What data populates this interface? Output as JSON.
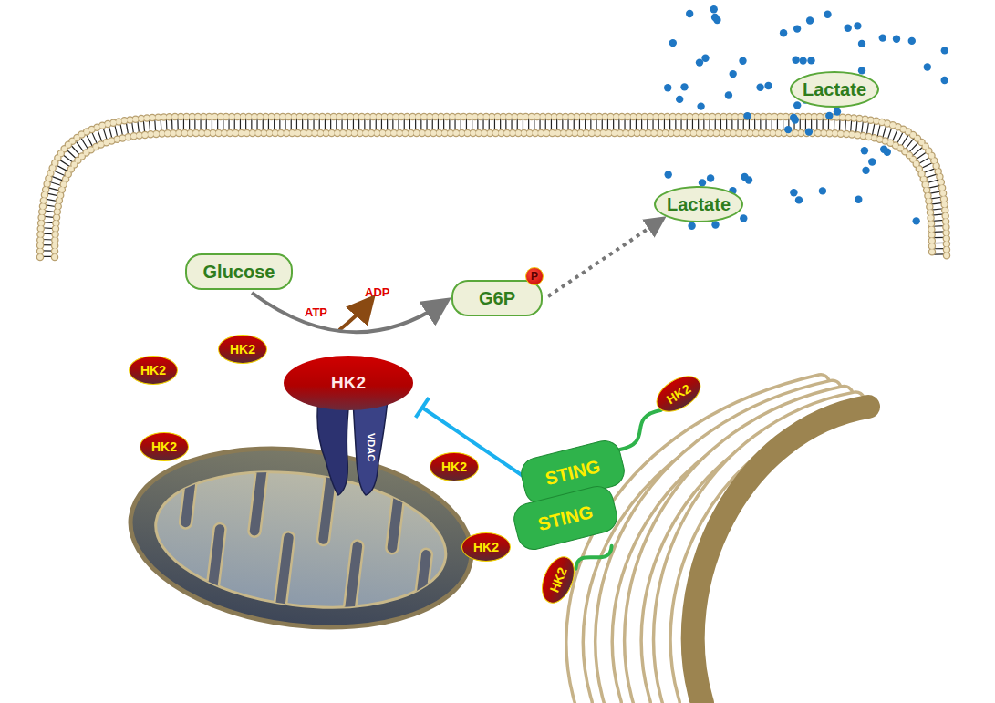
{
  "diagram": {
    "nodes": [
      {
        "text": [
          "Lactate"
        ]
      },
      {
        "text": [
          "Lactate"
        ]
      },
      {
        "text": [
          "Glucose"
        ]
      },
      {
        "text": [
          "G6P"
        ]
      },
      {
        "text": [
          "P"
        ]
      },
      {
        "text": [
          "HK2"
        ]
      },
      {
        "text": [
          "HK2"
        ]
      },
      {
        "text": [
          "HK2"
        ]
      },
      {
        "text": [
          "HK2"
        ]
      },
      {
        "text": [
          "VDAC"
        ]
      },
      {
        "text": [
          "HK2"
        ]
      },
      {
        "text": [
          "HK2"
        ]
      },
      {
        "text": [
          "STING"
        ]
      },
      {
        "text": [
          "STING"
        ]
      },
      {
        "text": [
          "HK2"
        ]
      },
      {
        "text": [
          "HK2"
        ]
      }
    ],
    "edges": [
      {
        "from": 2,
        "to": 3,
        "arrow": "to"
      },
      {
        "from": 3,
        "to": 1,
        "arrow": "to"
      },
      {
        "from": 12,
        "to": 9,
        "arrow": "to"
      },
      {
        "from": 12,
        "to": 8,
        "arrow": "none"
      },
      {
        "from": 13,
        "to": 15,
        "arrow": "none"
      }
    ],
    "labels": [
      "ATP",
      "ADP"
    ]
  }
}
